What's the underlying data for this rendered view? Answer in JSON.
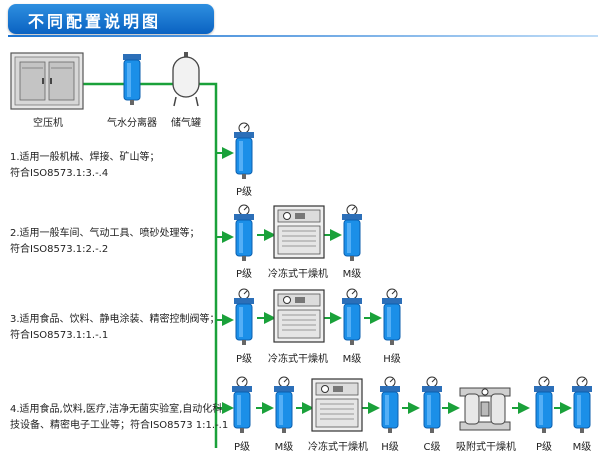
{
  "title": "不同配置说明图",
  "top_labels": {
    "compressor": "空压机",
    "separator": "气水分离器",
    "tank": "储气罐"
  },
  "rows": [
    {
      "desc_line1": "1.适用一般机械、焊接、矿山等；",
      "desc_line2": "符合ISO8573.1:3.-.4",
      "labels": [
        "P级"
      ]
    },
    {
      "desc_line1": "2.适用一般车间、气动工具、喷砂处理等；",
      "desc_line2": "符合ISO8573.1:2.-.2",
      "labels": [
        "P级",
        "冷冻式干燥机",
        "M级"
      ]
    },
    {
      "desc_line1": "3.适用食品、饮料、静电涂装、精密控制阀等；",
      "desc_line2": "符合ISO8573.1:1.-.1",
      "labels": [
        "P级",
        "冷冻式干燥机",
        "M级",
        "H级"
      ]
    },
    {
      "desc_line1": "4.适用食品,饮料,医疗,洁净无菌实验室,自动化科",
      "desc_line2": "技设备、精密电子工业等；符合ISO8573 1:1.-.1",
      "labels": [
        "P级",
        "M级",
        "冷冻式干燥机",
        "H级",
        "C级",
        "吸附式干燥机",
        "P级",
        "M级"
      ]
    }
  ],
  "colors": {
    "pipe": "#1aa13a",
    "filter": "#1b8fe8",
    "title_bg": "#0a62c2"
  }
}
